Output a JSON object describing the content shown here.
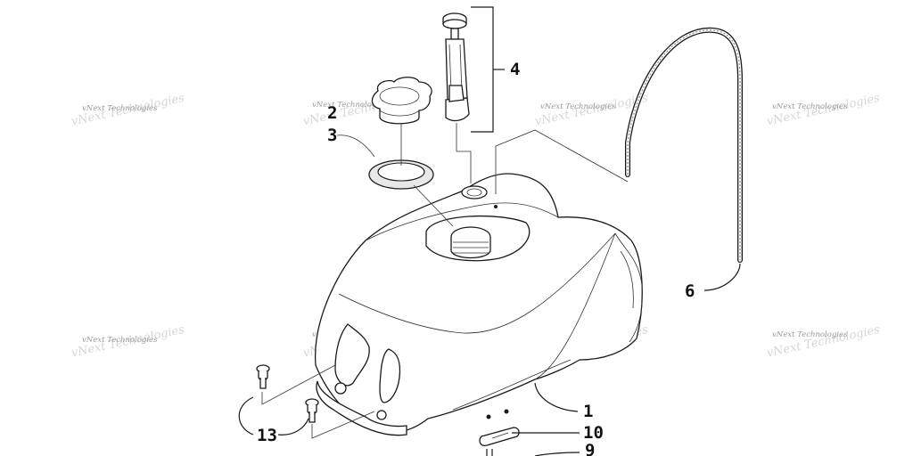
{
  "diagram": {
    "callouts": {
      "c1": "1",
      "c2": "2",
      "c3": "3",
      "c4": "4",
      "c6": "6",
      "c9": "9",
      "c10": "10",
      "c13": "13"
    },
    "watermark_text": "vNext Technologies"
  }
}
